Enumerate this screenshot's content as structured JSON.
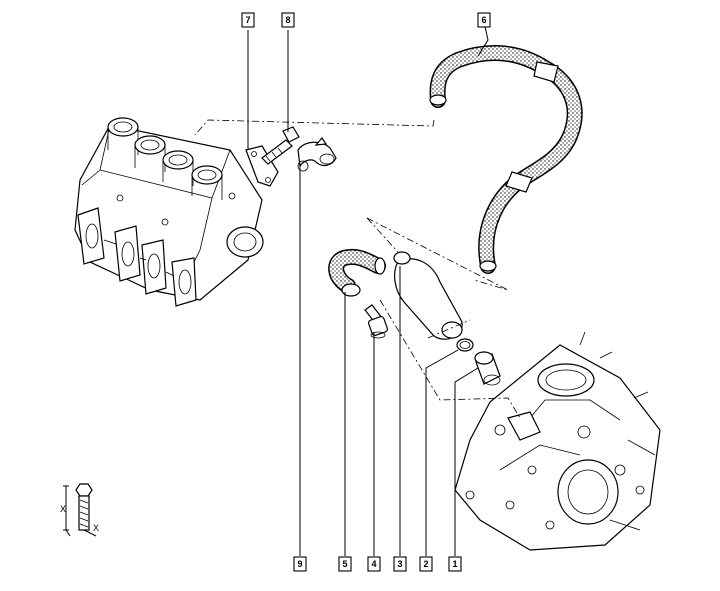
{
  "callouts": {
    "c1": "1",
    "c2": "2",
    "c3": "3",
    "c4": "4",
    "c5": "5",
    "c6": "6",
    "c7": "7",
    "c8": "8",
    "c9": "9"
  },
  "axis_symbol": {
    "x_top": "X",
    "x_bottom": "X"
  },
  "colors": {
    "line": "#000000",
    "hose_fill": "#d9d9d9",
    "background": "#ffffff"
  }
}
